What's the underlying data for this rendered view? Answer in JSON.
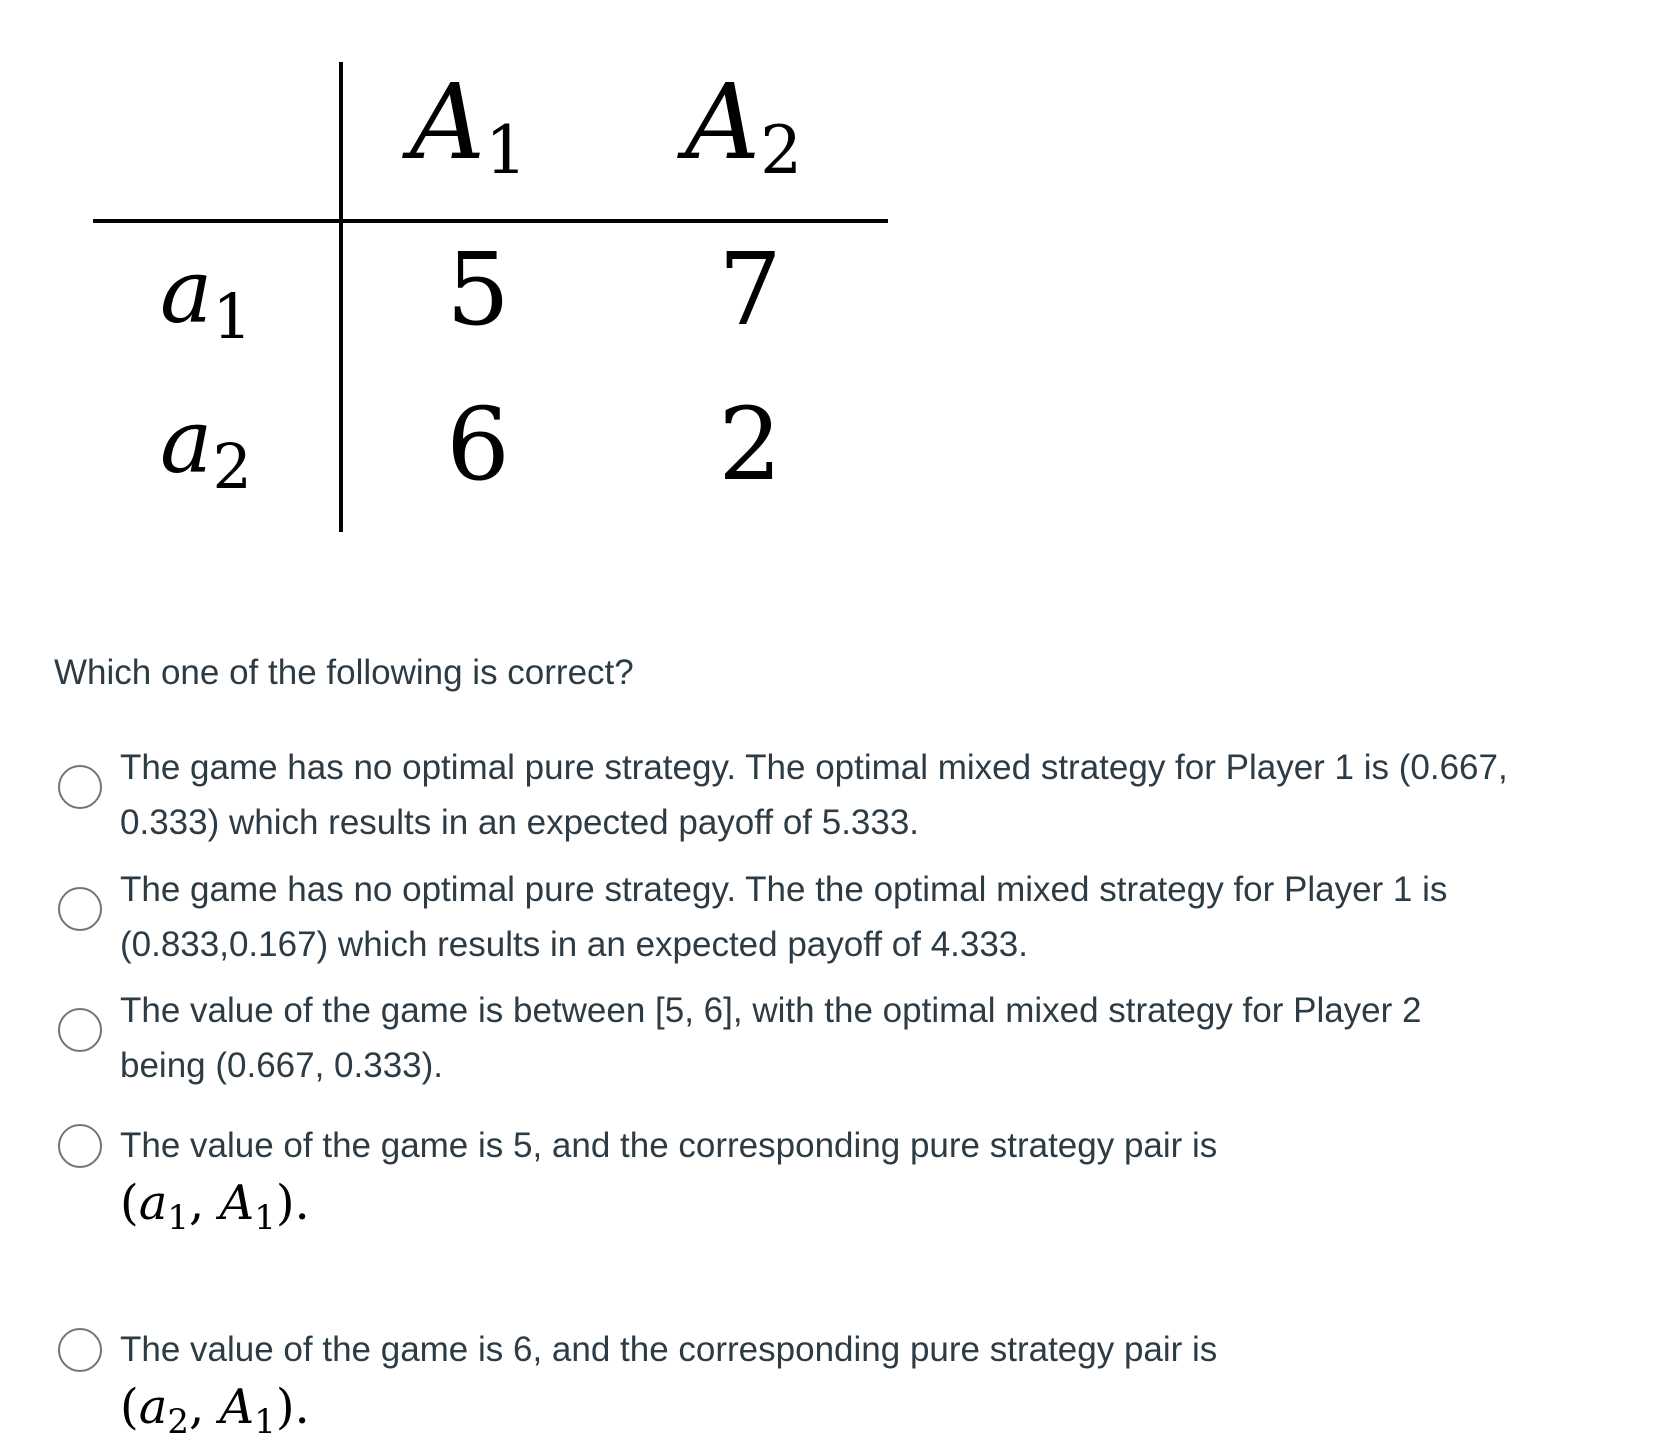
{
  "matrix": {
    "col_headers": [
      {
        "var": "A",
        "sub": "1"
      },
      {
        "var": "A",
        "sub": "2"
      }
    ],
    "rows": [
      {
        "var": "a",
        "sub": "1",
        "cells": [
          "5",
          "7"
        ]
      },
      {
        "var": "a",
        "sub": "2",
        "cells": [
          "6",
          "2"
        ]
      }
    ]
  },
  "question": "Which one of the following is correct?",
  "options": [
    {
      "text": "The game has no optimal pure strategy. The optimal mixed strategy for Player 1 is (0.667, 0.333) which results in an expected payoff of 5.333.",
      "selected": false
    },
    {
      "text": "The game has no optimal pure strategy. The the optimal mixed strategy for Player 1 is (0.833,0.167) which results in an expected payoff of 4.333.",
      "selected": false
    },
    {
      "text": "The value of the game is between [5, 6], with the optimal mixed strategy for Player 2 being (0.667, 0.333).",
      "selected": false
    },
    {
      "text": "The value of the game is 5, and the corresponding pure strategy pair is",
      "math": {
        "open": "(",
        "a": "a",
        "a_sub": "1",
        "sep": ", ",
        "A": "A",
        "A_sub": "1",
        "close": ")."
      },
      "selected": false
    },
    {
      "text": "The value of the game is 6, and the corresponding pure strategy pair is",
      "math": {
        "open": "(",
        "a": "a",
        "a_sub": "2",
        "sep": ", ",
        "A": "A",
        "A_sub": "1",
        "close": ")."
      },
      "selected": false
    }
  ]
}
